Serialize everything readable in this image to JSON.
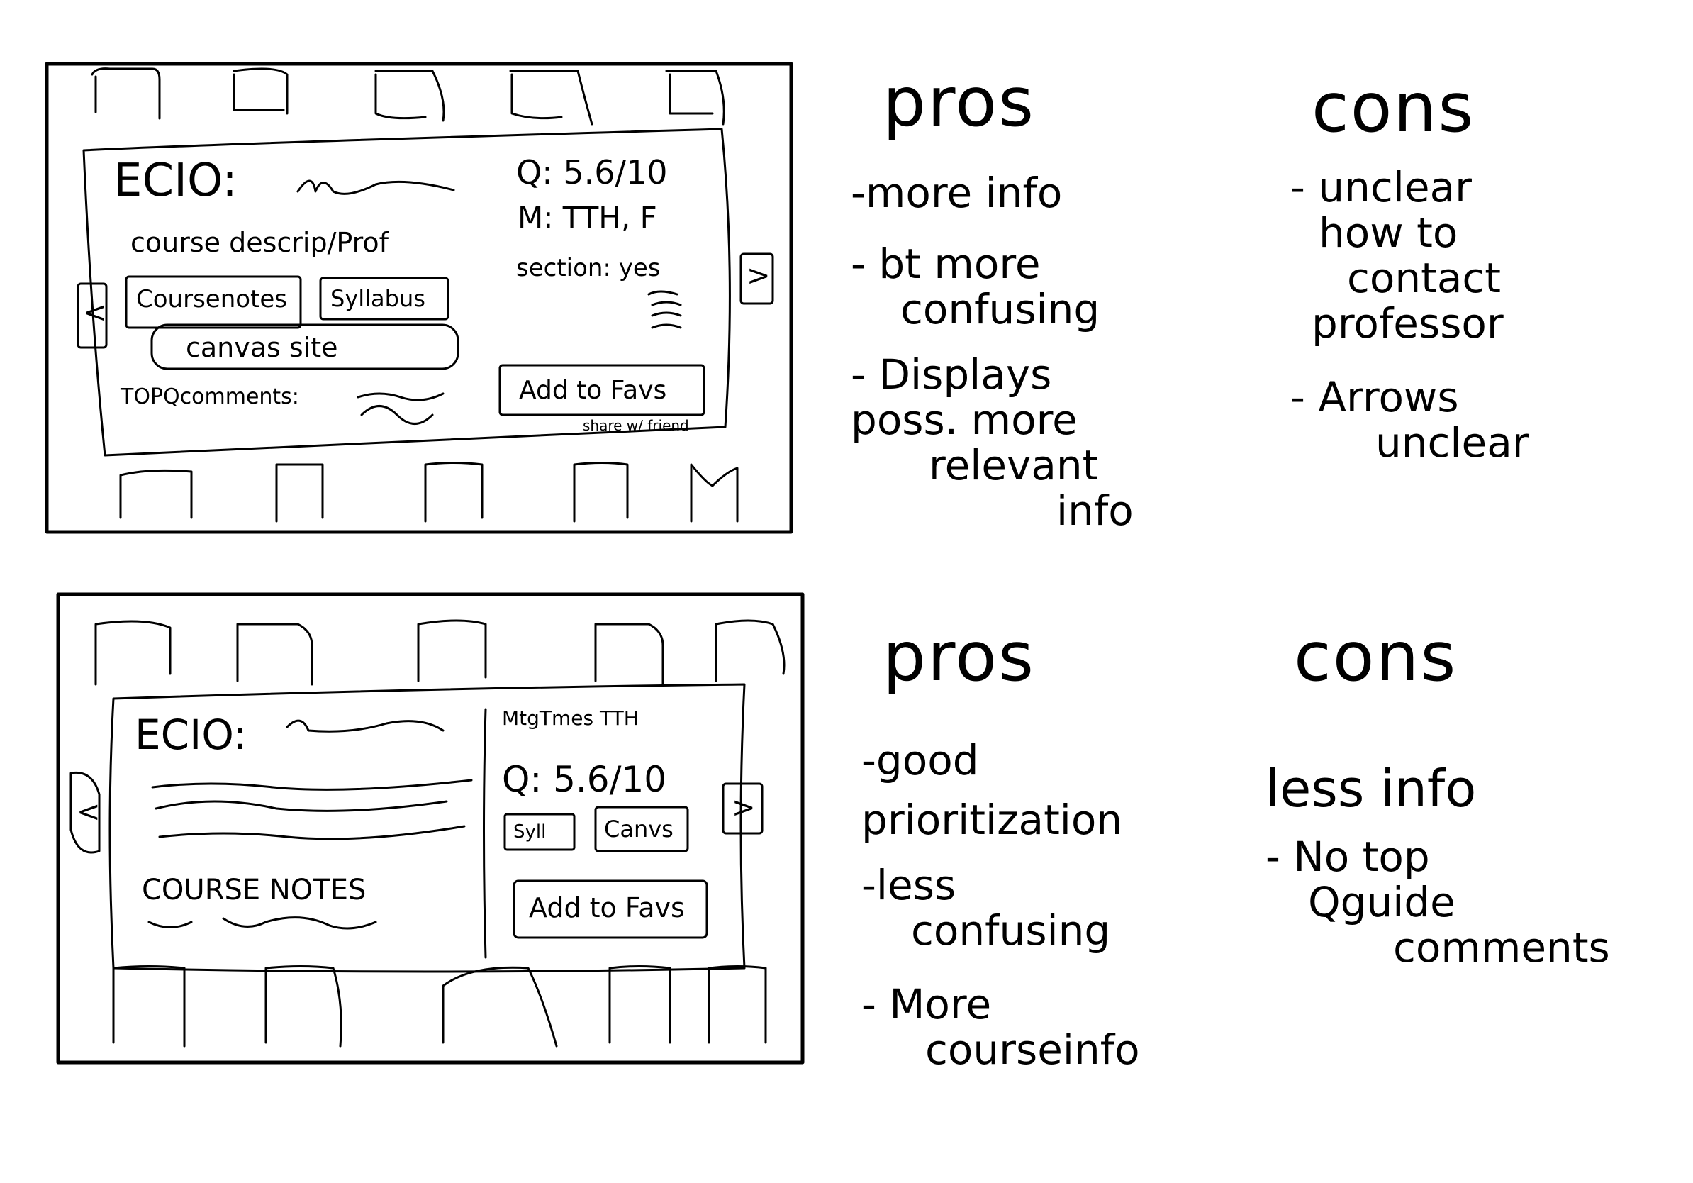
{
  "mockup1": {
    "course_code": "ECIO:",
    "quality": "Q: 5.6/10",
    "meets": "M: TTH, F",
    "section": "section: yes",
    "course_desc_prof": "course descrip/Prof",
    "course_notes_btn": "Coursenotes",
    "syllabus_btn": "Syllabus",
    "canvas_btn": "canvas site",
    "top_comments": "TOPQcomments:",
    "add_favs_btn": "Add to Favs",
    "share_link": "share w/ friend",
    "prev_arrow": "<",
    "next_arrow": ">"
  },
  "mockup2": {
    "course_code": "ECIO:",
    "meets_times": "MtgTmes TTH",
    "quality": "Q: 5.6/10",
    "syll_btn": "Syll",
    "canvas_btn": "Canvs",
    "add_favs_btn": "Add to Favs",
    "course_notes": "COURSE NOTES",
    "prev_arrow": "<",
    "next_arrow": ">"
  },
  "eval1": {
    "pros_title": "pros",
    "pros": [
      "-more info",
      "- bt more",
      "confusing",
      "- Displays",
      "poss. more",
      "relevant",
      "info"
    ],
    "cons_title": "cons",
    "cons": [
      "- unclear",
      "how to",
      "contact",
      "professor",
      "- Arrows",
      "unclear"
    ]
  },
  "eval2": {
    "pros_title": "pros",
    "pros": [
      "-good",
      "prioritization",
      "-less",
      "confusing",
      "- More",
      "courseinfo"
    ],
    "cons_title": "cons",
    "cons": [
      "less info",
      "- No top",
      "Qguide",
      "comments"
    ]
  },
  "colors": {
    "ink": "#000000",
    "paper": "#ffffff"
  }
}
